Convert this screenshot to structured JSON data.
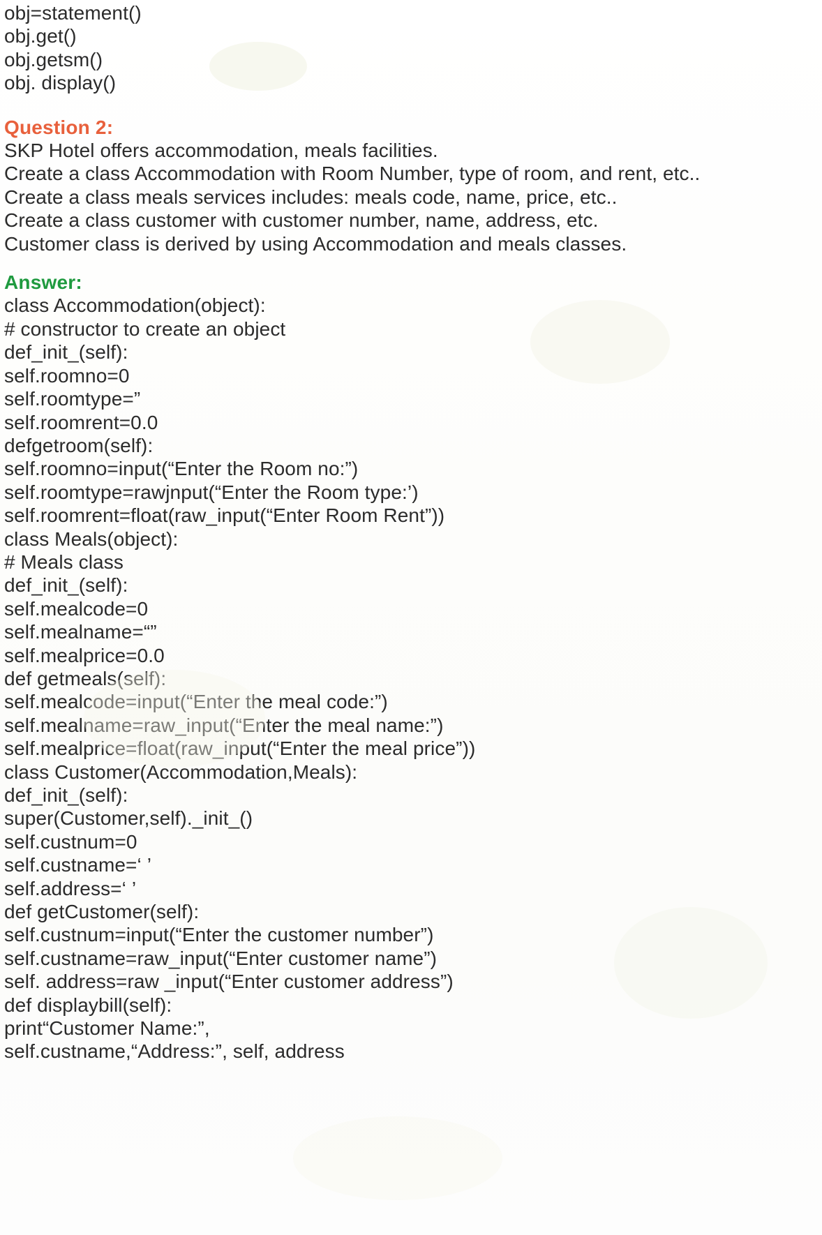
{
  "document": {
    "colors": {
      "text": "#2b2b2b",
      "question_heading": "#e8603c",
      "answer_heading": "#1f9a3f",
      "page_background": "#ffffff"
    },
    "top_code_lines": [
      "obj=statement()",
      "obj.get()",
      "obj.getsm()",
      "obj. display()"
    ],
    "question": {
      "heading": "Question 2:",
      "lines": [
        "SKP Hotel offers accommodation, meals facilities.",
        "Create a class Accommodation with Room Number, type of room, and rent, etc..",
        "Create a class meals services includes: meals code, name, price, etc..",
        "Create a class customer with customer number, name, address, etc.",
        "Customer class is derived by using Accommodation and meals classes."
      ]
    },
    "answer": {
      "heading": "Answer:",
      "code_lines": [
        "class Accommodation(object):",
        "# constructor to create an object",
        "def_init_(self):",
        "self.roomno=0",
        "self.roomtype=”",
        "self.roomrent=0.0",
        "defgetroom(self):",
        "self.roomno=input(“Enter the Room no:”)",
        "self.roomtype=rawjnput(“Enter the Room type:’)",
        "self.roomrent=float(raw_input(“Enter Room Rent”))",
        "class Meals(object):",
        "# Meals class",
        "def_init_(self):",
        "self.mealcode=0",
        "self.mealname=“”",
        "self.mealprice=0.0",
        "def getmeals(self):",
        "self.mealcode=input(“Enter the meal code:”)",
        "self.mealname=raw_input(“Enter the meal name:”)",
        "self.mealprice=float(raw_input(“Enter the meal price”))",
        "class Customer(Accommodation,Meals):",
        "def_init_(self):",
        "super(Customer,self)._init_()",
        "self.custnum=0",
        "self.custname=‘ ’",
        "self.address=‘ ’",
        "def getCustomer(self):",
        "self.custnum=input(“Enter the customer number”)",
        "self.custname=raw_input(“Enter customer name”)",
        "self. address=raw _input(“Enter customer address”)",
        "def displaybill(self):",
        "print“Customer Name:”,",
        "self.custname,“Address:”, self, address"
      ]
    }
  }
}
